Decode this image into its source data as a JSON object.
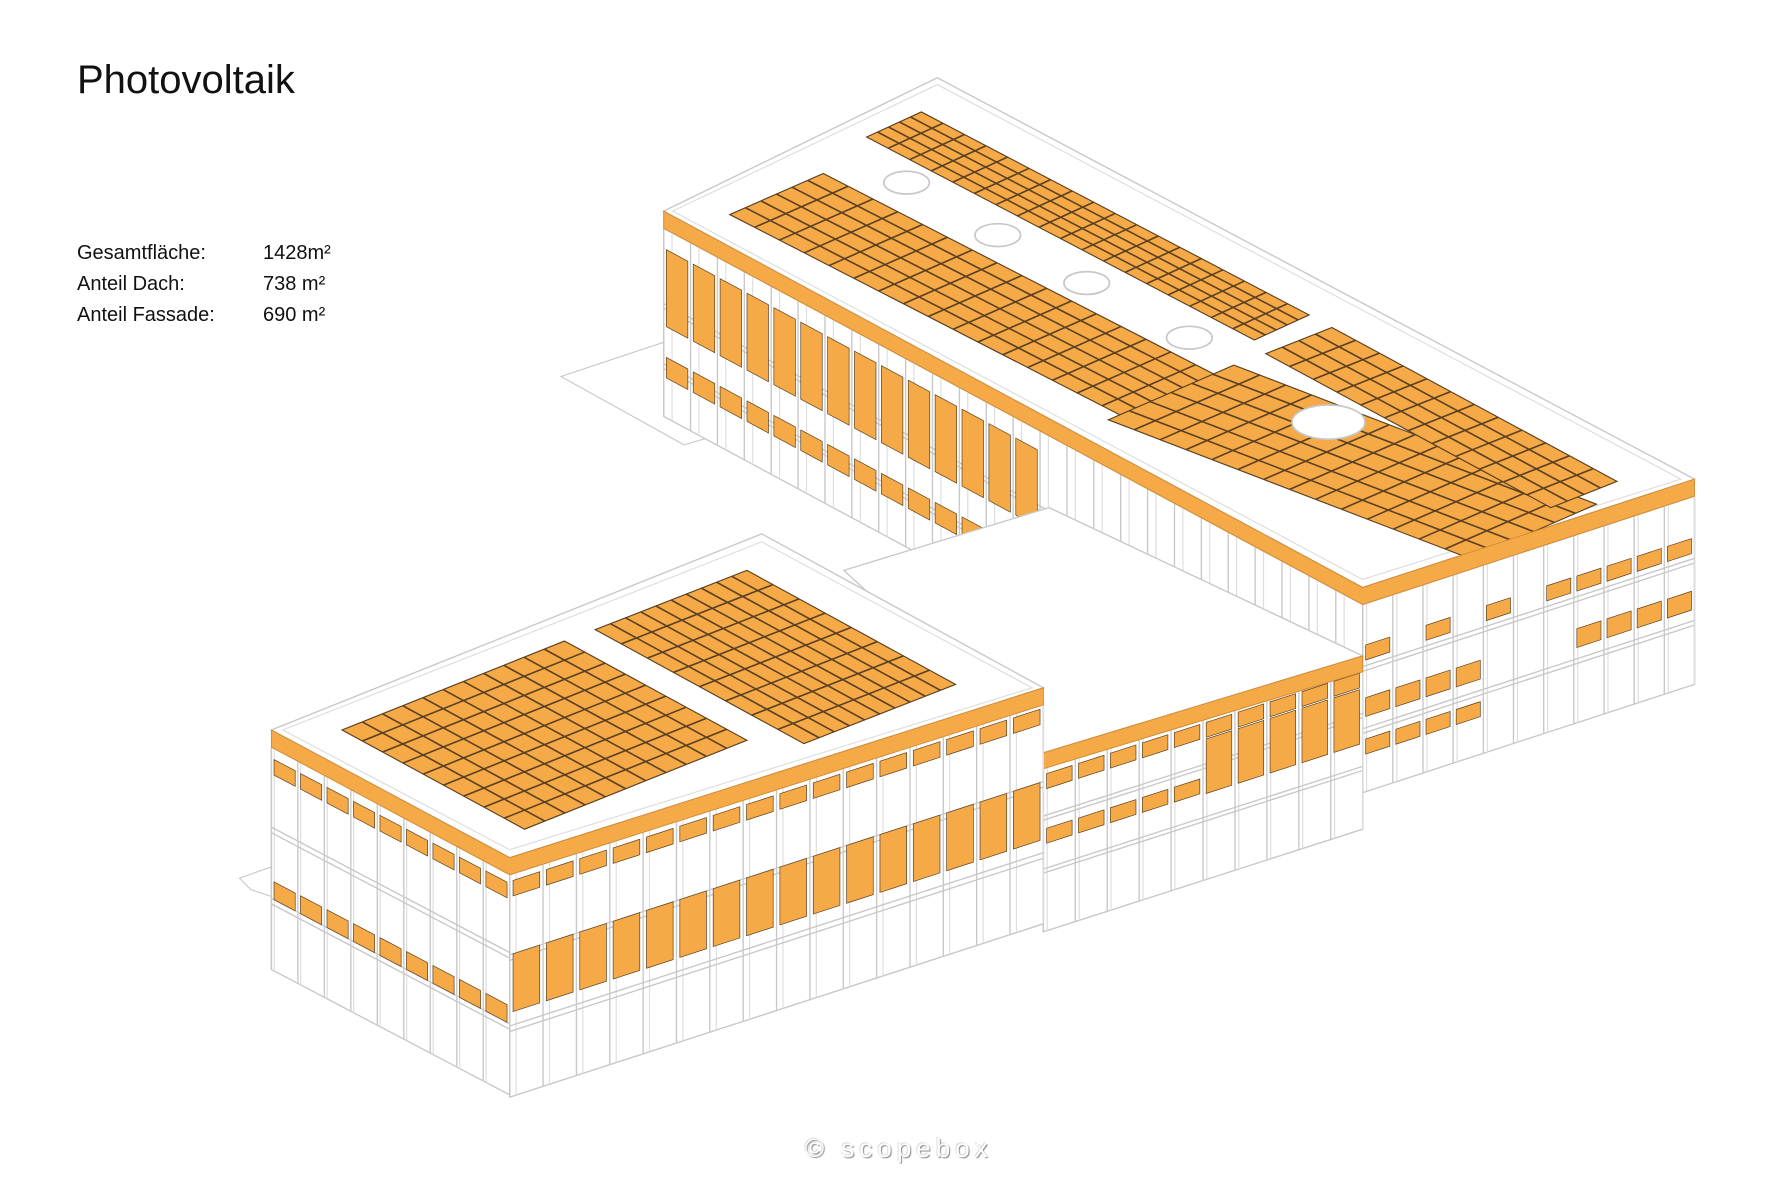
{
  "title": "Photovoltaik",
  "stats": [
    {
      "label": "Gesamtfläche:",
      "value": "1428m²"
    },
    {
      "label": "Anteil Dach:",
      "value": "738 m²"
    },
    {
      "label": "Anteil Fassade:",
      "value": "690 m²"
    }
  ],
  "watermark": "© scopebox",
  "colors": {
    "pv": "#f5a947",
    "pv_line": "#5a4020",
    "frame": "#c8c8c8",
    "background": "#ffffff"
  }
}
